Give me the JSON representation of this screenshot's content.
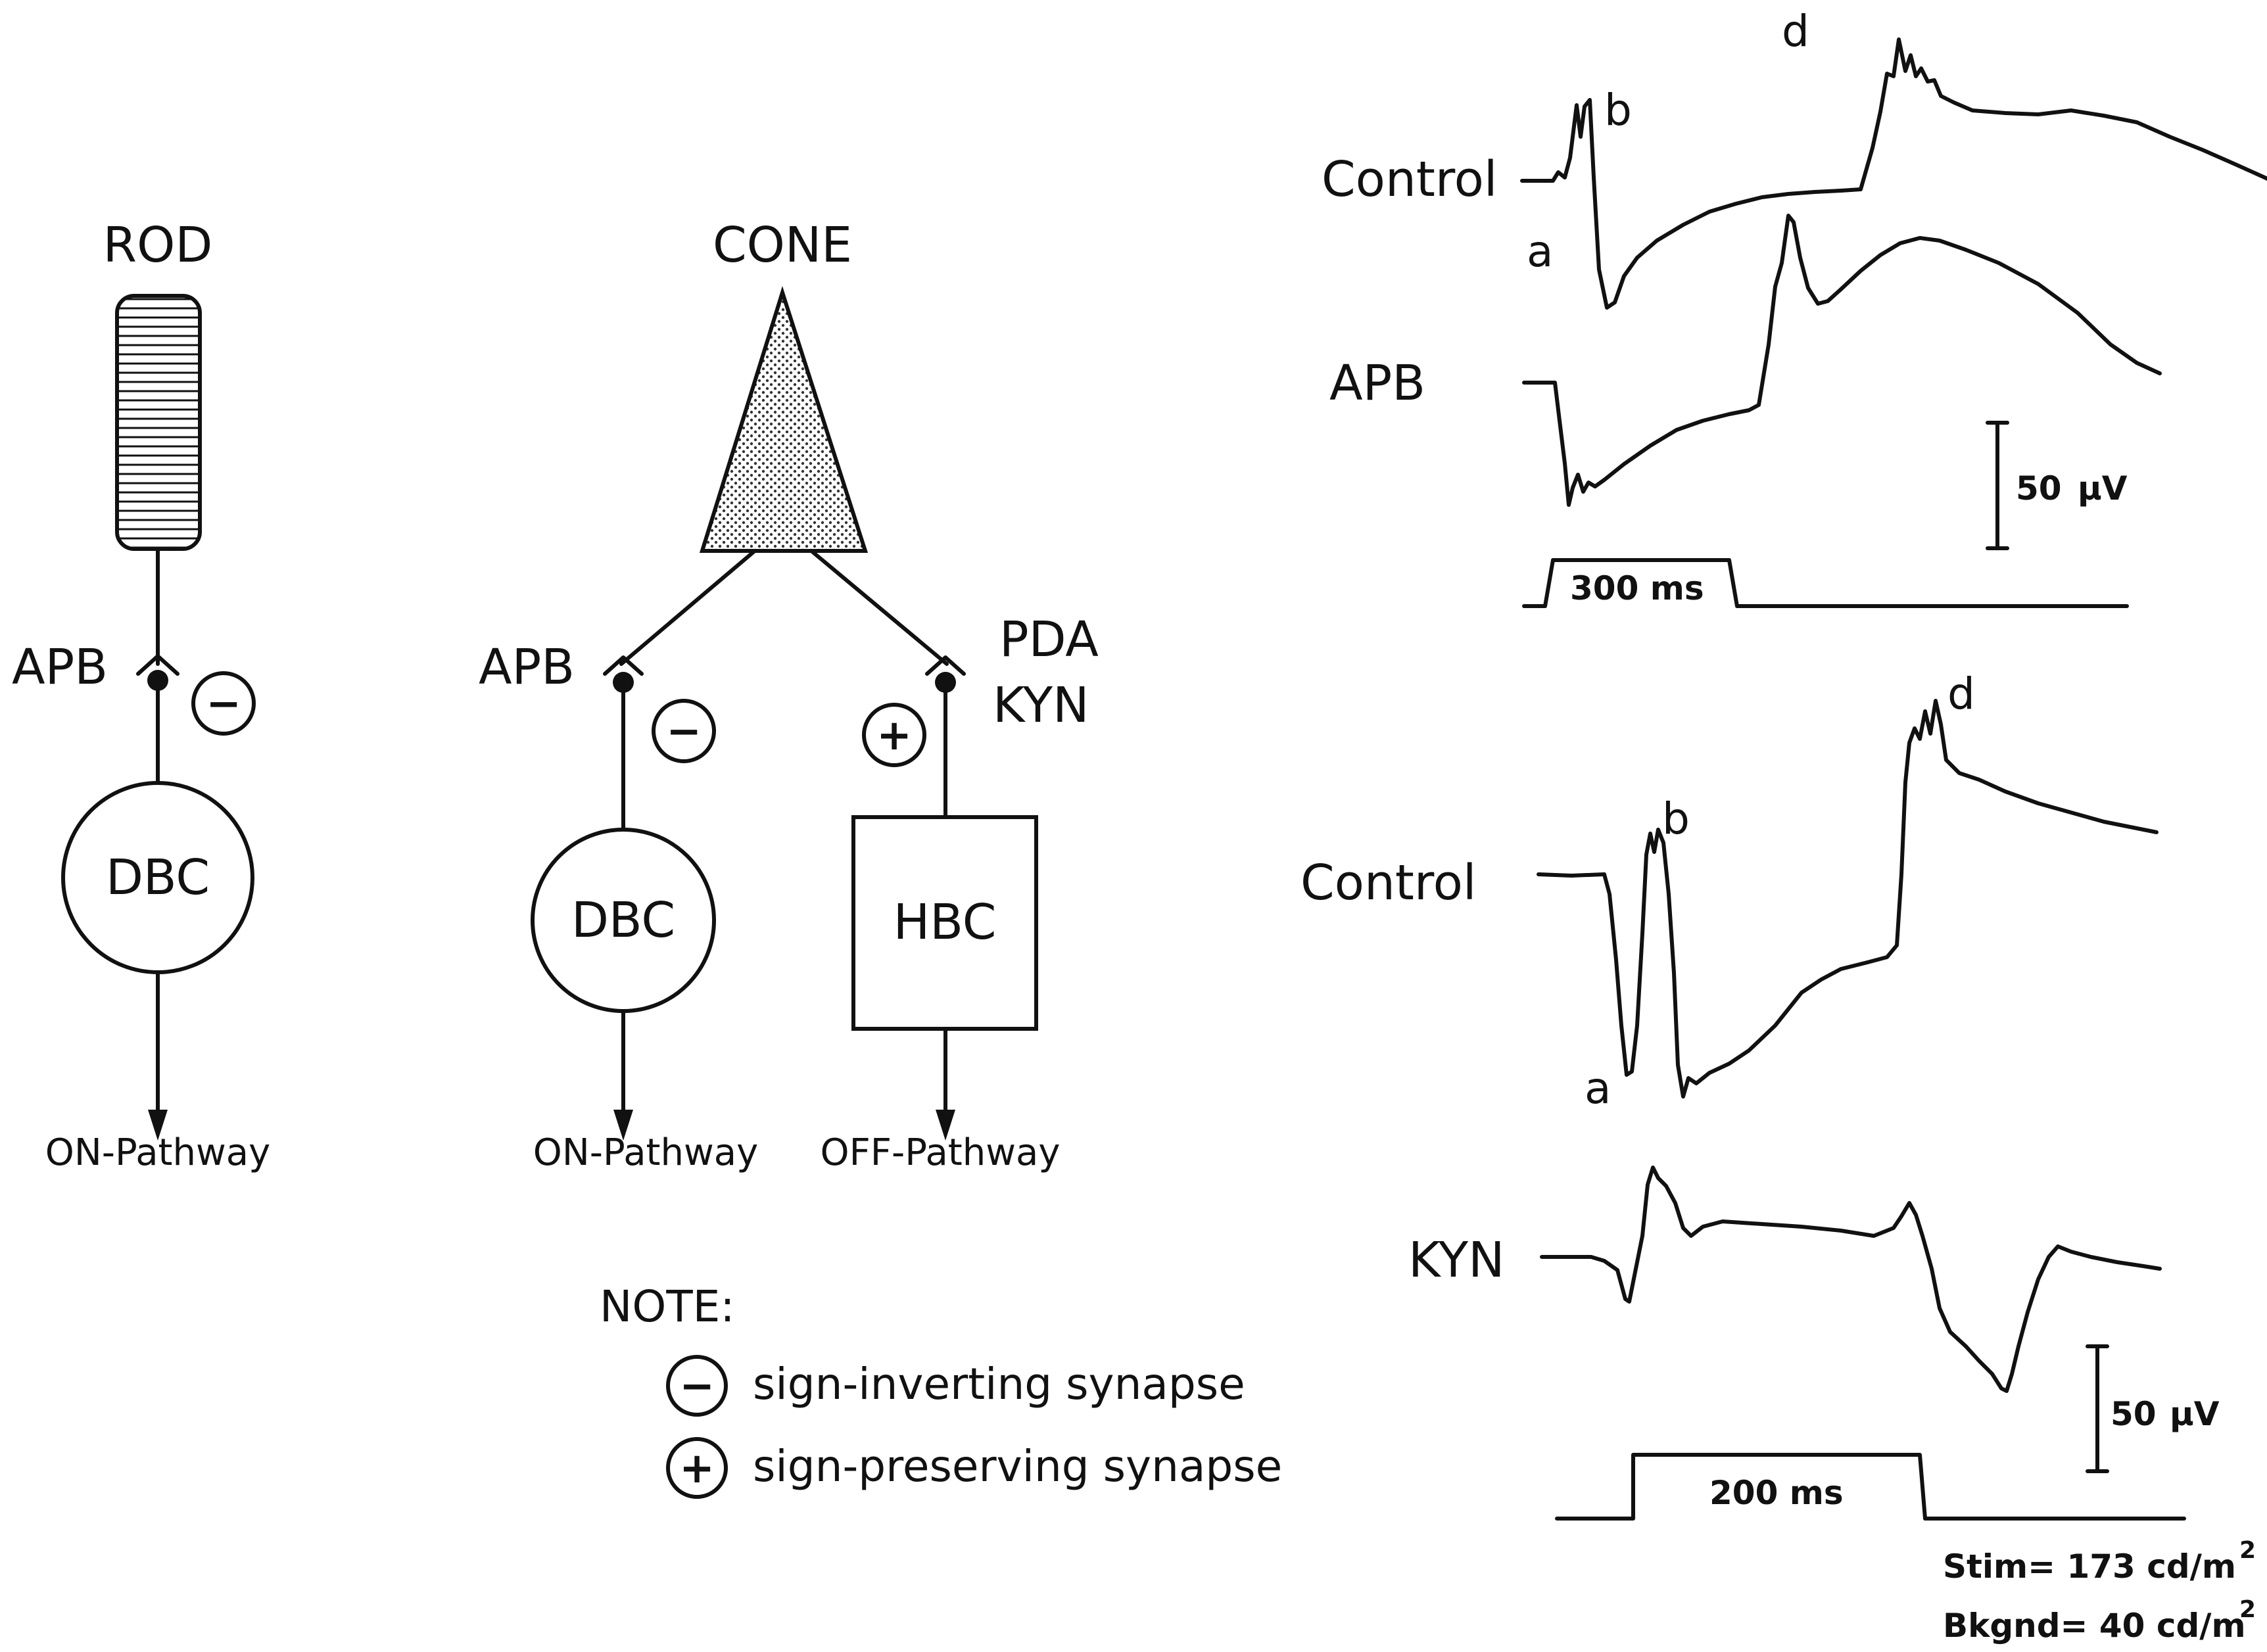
{
  "rod_diagram": {
    "cell_label": "ROD",
    "drug": "APB",
    "sign": "−",
    "bipolar": "DBC",
    "pathway": "ON-Pathway"
  },
  "cone_diagram": {
    "cell_label": "CONE",
    "left_drug": "APB",
    "left_sign": "−",
    "left_bipolar": "DBC",
    "left_pathway": "ON-Pathway",
    "right_drug_1": "PDA",
    "right_drug_2": "KYN",
    "right_sign": "+",
    "right_bipolar": "HBC",
    "right_pathway": "OFF-Pathway"
  },
  "note": {
    "title": "NOTE:",
    "minus_symbol": "−",
    "minus_text": "sign-inverting synapse",
    "plus_symbol": "+",
    "plus_text": "sign-preserving synapse"
  },
  "top_recording": {
    "trace1_label": "Control",
    "trace2_label": "APB",
    "wave_a": "a",
    "wave_b": "b",
    "wave_d": "d",
    "scale_value": "50",
    "scale_unit": "μV",
    "stim_duration": "300 ms"
  },
  "bottom_recording": {
    "trace1_label": "Control",
    "trace2_label": "KYN",
    "wave_a": "a",
    "wave_b": "b",
    "wave_d": "d",
    "scale_value": "50",
    "scale_unit": "μV",
    "stim_duration": "200 ms"
  },
  "stimulus_info": {
    "stim_text": "Stim= 173 cd/m",
    "stim_exp": "2",
    "bkgnd_text": "Bkgnd= 40 cd/m",
    "bkgnd_exp": "2"
  },
  "colors": {
    "ink": "#111111",
    "background": "#ffffff"
  }
}
